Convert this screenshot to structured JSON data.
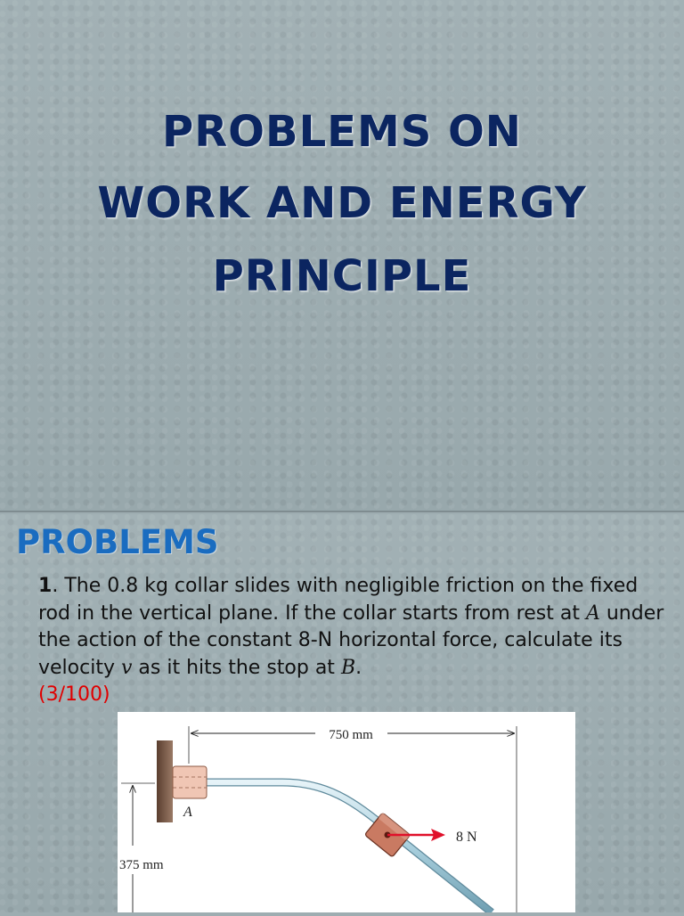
{
  "slide1": {
    "title_lines": [
      "PROBLEMS ON",
      "WORK AND ENERGY",
      "PRINCIPLE"
    ]
  },
  "slide2": {
    "heading": "PROBLEMS",
    "problem": {
      "number": "1",
      "text_part1": "The 0.8 kg collar slides with negligible friction on the fixed rod in the vertical plane. If the collar starts from rest at ",
      "point_a": "A",
      "text_part2": " under the action of the constant 8-N horizontal force, calculate its velocity ",
      "velocity_symbol": "v",
      "text_part3": " as it hits the stop at ",
      "point_b": "B",
      "text_end": ".",
      "reference": "(3/100)"
    },
    "figure": {
      "width_label": "750 mm",
      "height_label": "375 mm",
      "point_label": "A",
      "force_label": "8 N"
    }
  },
  "colors": {
    "title": "#0b2560",
    "heading": "#1a6cc0",
    "reference": "#e00000",
    "force_arrow": "#e0102a"
  }
}
